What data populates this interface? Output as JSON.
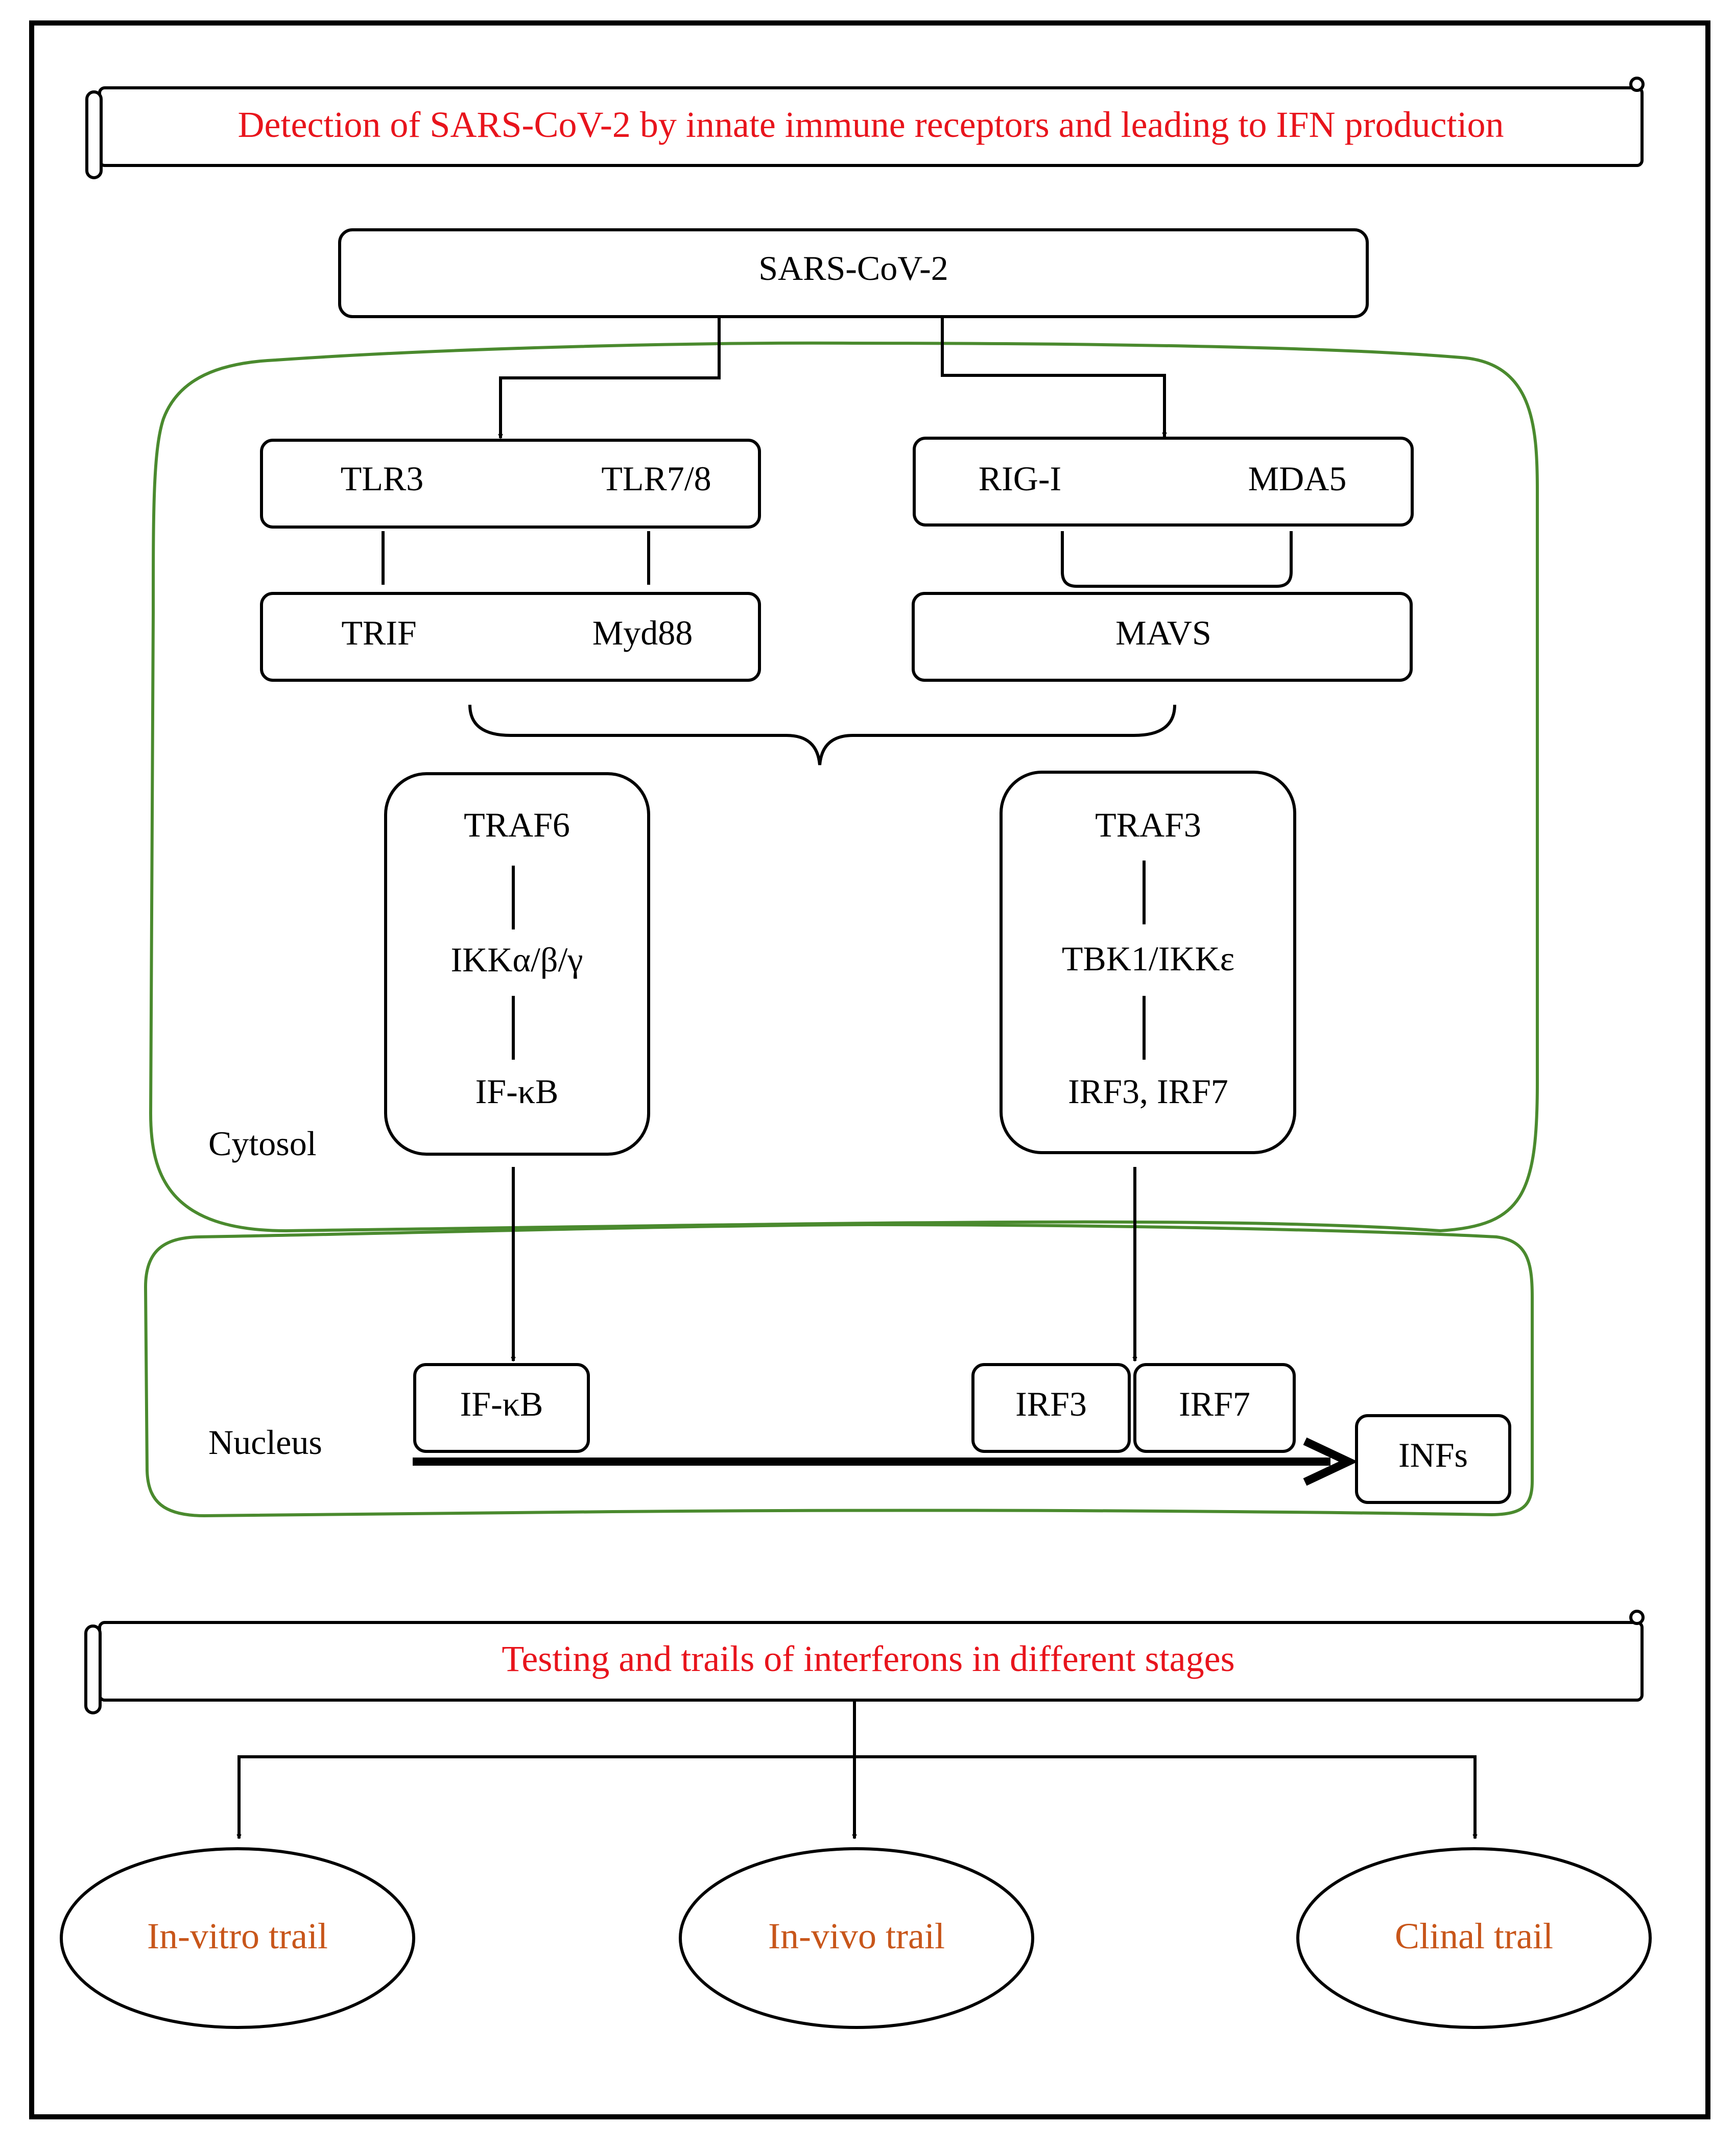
{
  "banner_top": "Detection  of SARS-CoV-2 by innate  immune  receptors and leading  to IFN production",
  "virus": "SARS-CoV-2",
  "receptors": {
    "tlr3": "TLR3",
    "tlr78": "TLR7/8",
    "rigi": "RIG-I",
    "mda5": "MDA5"
  },
  "adaptors": {
    "trif": "TRIF",
    "myd88": "Myd88",
    "mavs": "MAVS"
  },
  "left_cascade": [
    "TRAF6",
    "IKKα/β/γ",
    "IF-κB"
  ],
  "right_cascade": [
    "TRAF3",
    "TBK1/IKKε",
    "IRF3, IRF7"
  ],
  "compartments": {
    "cytosol": "Cytosol",
    "nucleus": "Nucleus"
  },
  "nucleus_items": {
    "ifkb": "IF-κB",
    "irf3": "IRF3",
    "irf7": "IRF7",
    "infs": "INFs"
  },
  "banner_bottom": "Testing  and trails  of interferons  in different  stages",
  "trials": [
    "In-vitro  trail",
    "In-vivo  trail",
    "Clinal  trail"
  ],
  "colors": {
    "banner_text": "#e8141c",
    "trial_text": "#c8561a",
    "membrane": "#4a8a2e"
  }
}
